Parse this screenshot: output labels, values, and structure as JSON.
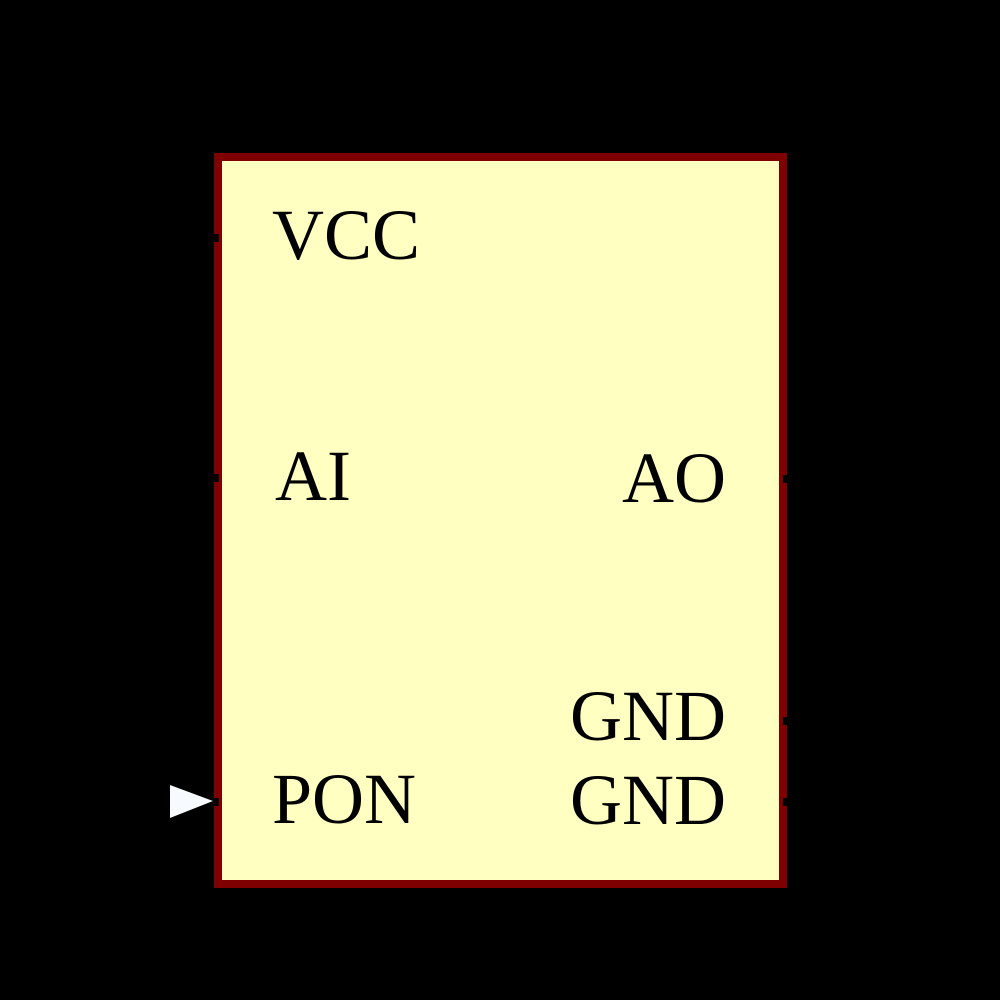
{
  "diagram": {
    "kind": "schematic-component-symbol",
    "colors": {
      "background": "#000000",
      "body_fill": "#FFFFC2",
      "body_border": "#7F0000",
      "pin": "#000000",
      "label_text": "#000000",
      "input_arrow_fill": "#F7FAFE"
    },
    "component": {
      "pins": [
        {
          "name": "VCC",
          "side": "left"
        },
        {
          "name": "AI",
          "side": "left"
        },
        {
          "name": "PON",
          "side": "left",
          "marker": "input-arrow"
        },
        {
          "name": "AO",
          "side": "right"
        },
        {
          "name": "GND",
          "side": "right"
        },
        {
          "name": "GND",
          "side": "right"
        }
      ]
    }
  }
}
